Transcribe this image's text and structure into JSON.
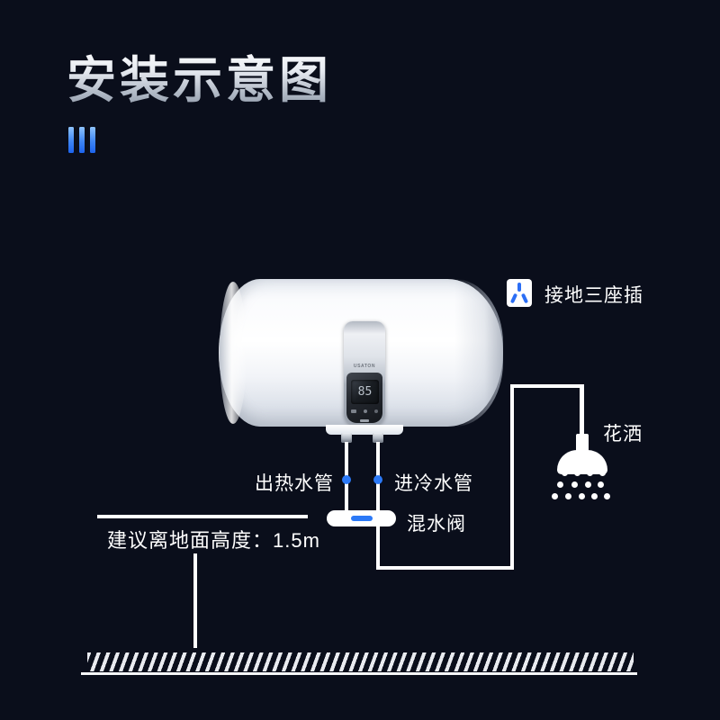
{
  "title": "安装示意图",
  "colors": {
    "background": "#0a0e1b",
    "accent_blue": "#2b79f7",
    "socket_prong_blue": "#2b6ef5",
    "line_white": "#ffffff"
  },
  "heater": {
    "brand": "USATON",
    "display": "85"
  },
  "labels": {
    "socket": "接地三座插",
    "shower": "花洒",
    "hot_pipe": "出热水管",
    "cold_pipe": "进冷水管",
    "mixing_valve": "混水阀",
    "height_note": "建议离地面高度：1.5m"
  },
  "icons": [
    "grounded-socket-icon",
    "shower-head-icon"
  ]
}
